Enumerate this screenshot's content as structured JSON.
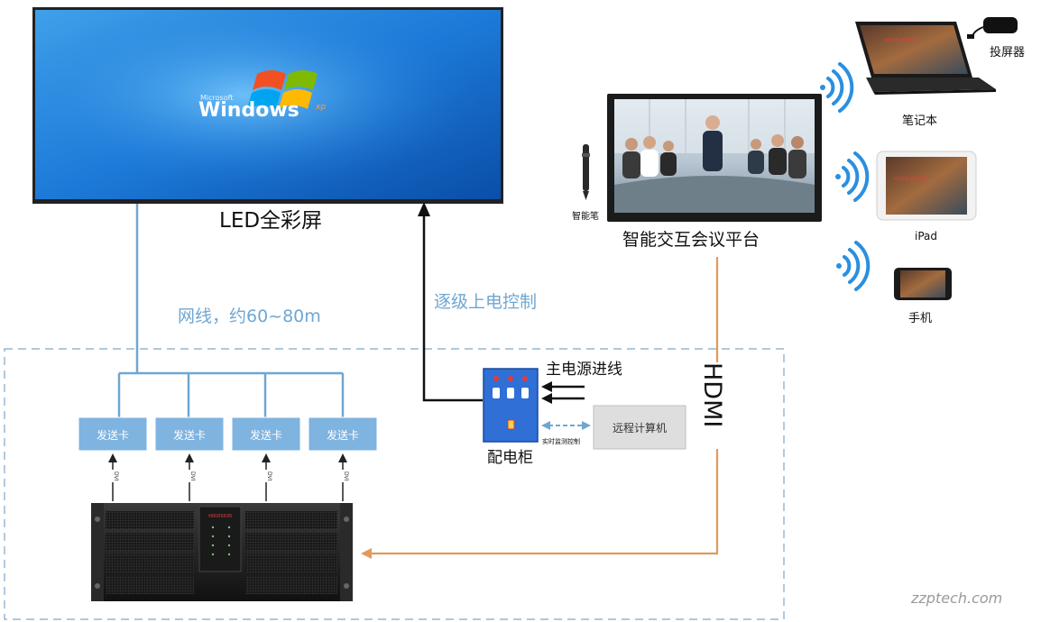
{
  "led_screen": {
    "title": "LED全彩屏",
    "brand_small": "Microsoft",
    "brand_word": "Windows",
    "brand_sup": "xp"
  },
  "network_label": "网线，约60~80m",
  "power_label": "逐级上电控制",
  "hdmi_label": "HDMI",
  "platform": {
    "title": "智能交互会议平台",
    "pen_label": "智能笔"
  },
  "devices": {
    "cast": "投屏器",
    "laptop": "笔记本",
    "ipad": "iPad",
    "phone": "手机",
    "screen_brand": "VISION 商用显示"
  },
  "cabinet": {
    "label": "配电柜",
    "main_power": "主电源进线",
    "monitor": "实时监测控制"
  },
  "computer_label": "远程计算机",
  "send_cards": [
    "发送卡",
    "发送卡",
    "发送卡",
    "发送卡"
  ],
  "dvi_label": "DVI",
  "processor_brand": "HIKVISION",
  "watermark": "zzptech.com",
  "colors": {
    "network": "#6fa7d2",
    "hdmi": "#e09a5c",
    "card": "#7fb3e0",
    "cabinet": "#2f6fd6",
    "dashed": "#7fa7c8"
  }
}
